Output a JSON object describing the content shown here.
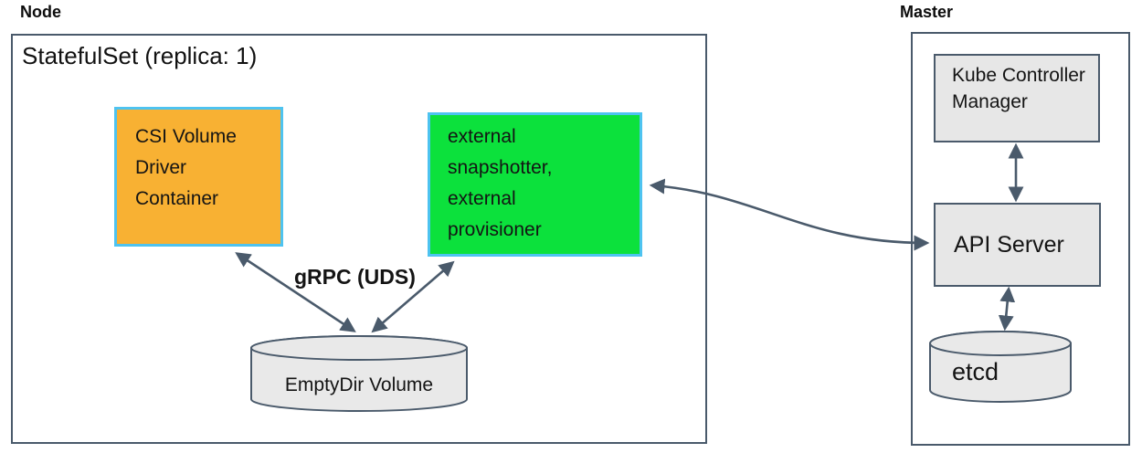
{
  "node": {
    "label": "Node",
    "statefulset_title": "StatefulSet (replica: 1)",
    "csi_driver_box_label": "CSI Volume Driver Container",
    "sidecar_box_label": "external snapshotter, external provisioner",
    "grpc_arrow_label": "gRPC (UDS)",
    "emptydir_volume_label": "EmptyDir Volume"
  },
  "master": {
    "label": "Master",
    "kube_controller_manager_label": "Kube Controller Manager",
    "api_server_label": "API Server",
    "etcd_label": "etcd"
  },
  "colors": {
    "csi_box_fill": "#f8b133",
    "sidecar_box_fill": "#0ce13c",
    "pod_box_border": "#4ec3f0",
    "line_and_border": "#4a5a6b",
    "cylinder_fill": "#e9e9e9",
    "gray_box_fill": "#e7e7e7"
  }
}
